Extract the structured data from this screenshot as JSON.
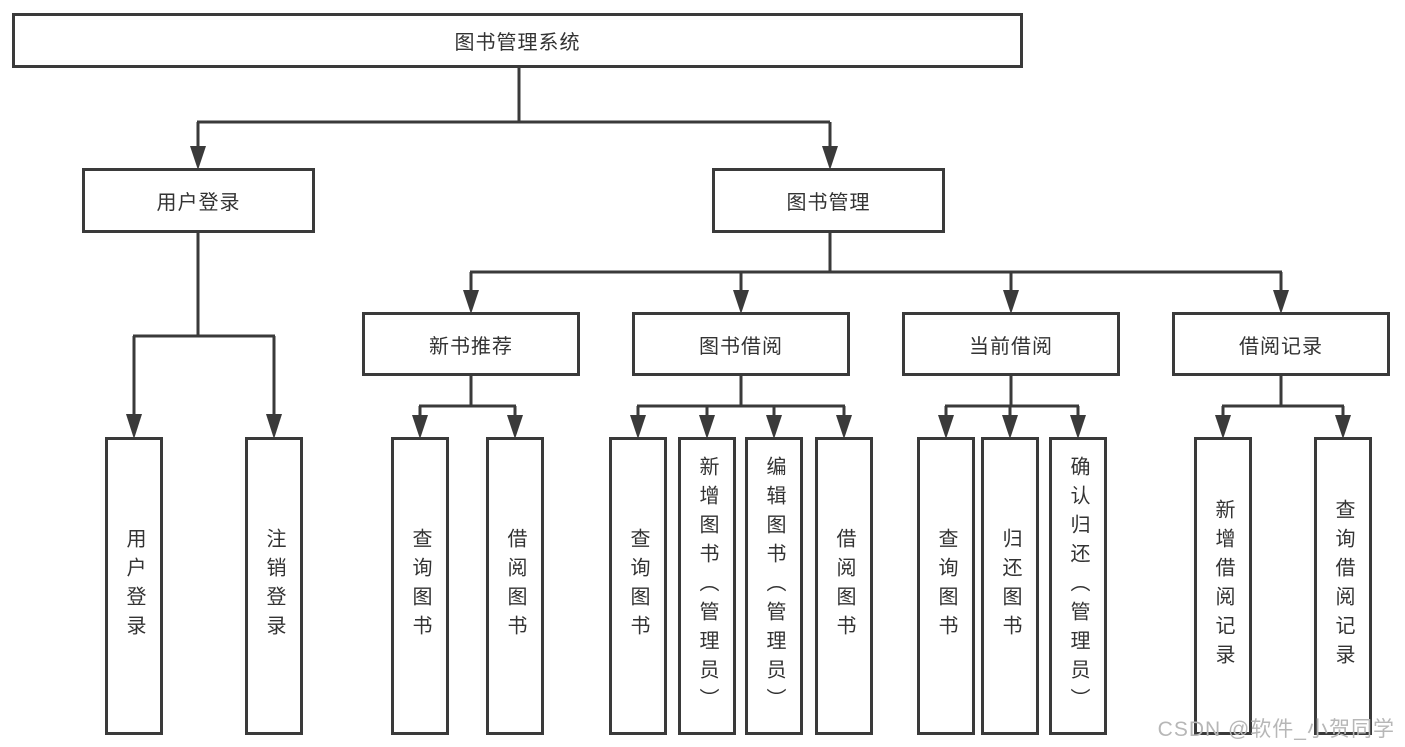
{
  "colors": {
    "line": "#3a3a3a",
    "box_border": "#3a3a3a",
    "text": "#333333",
    "watermark": "#b7b7b7",
    "background": "#ffffff"
  },
  "watermark": {
    "text": "CSDN @软件_小贺同学"
  },
  "diagram": {
    "type": "hierarchy-tree",
    "root": {
      "label": "图书管理系统"
    },
    "branches": [
      {
        "label": "用户登录",
        "children": [
          {
            "label": "用户登录"
          },
          {
            "label": "注销登录"
          }
        ]
      },
      {
        "label": "图书管理",
        "children": [
          {
            "label": "新书推荐",
            "children": [
              {
                "label": "查询图书"
              },
              {
                "label": "借阅图书"
              }
            ]
          },
          {
            "label": "图书借阅",
            "children": [
              {
                "label": "查询图书"
              },
              {
                "label": "新增图书（管理员）"
              },
              {
                "label": "编辑图书（管理员）"
              },
              {
                "label": "借阅图书"
              }
            ]
          },
          {
            "label": "当前借阅",
            "children": [
              {
                "label": "查询图书"
              },
              {
                "label": "归还图书"
              },
              {
                "label": "确认归还（管理员）"
              }
            ]
          },
          {
            "label": "借阅记录",
            "children": [
              {
                "label": "新增借阅记录"
              },
              {
                "label": "查询借阅记录"
              }
            ]
          }
        ]
      }
    ]
  }
}
